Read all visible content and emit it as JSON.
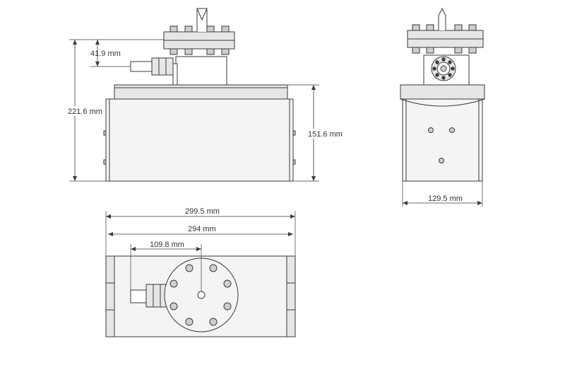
{
  "colors": {
    "line": "#3a3a3a",
    "body_fill": "#f4f4f4",
    "plate_fill": "#e6e6e6",
    "hardware_fill": "#cfcfcf",
    "background": "#ffffff"
  },
  "dimensions": {
    "overall_height": "221.6 mm",
    "port_offset": "41.9 mm",
    "body_height": "151.6 mm",
    "depth": "129.5 mm",
    "overall_width": "299.5 mm",
    "body_width": "294 mm",
    "port_to_center": "109.8 mm"
  },
  "views": [
    "front-view",
    "side-view",
    "top-view"
  ]
}
